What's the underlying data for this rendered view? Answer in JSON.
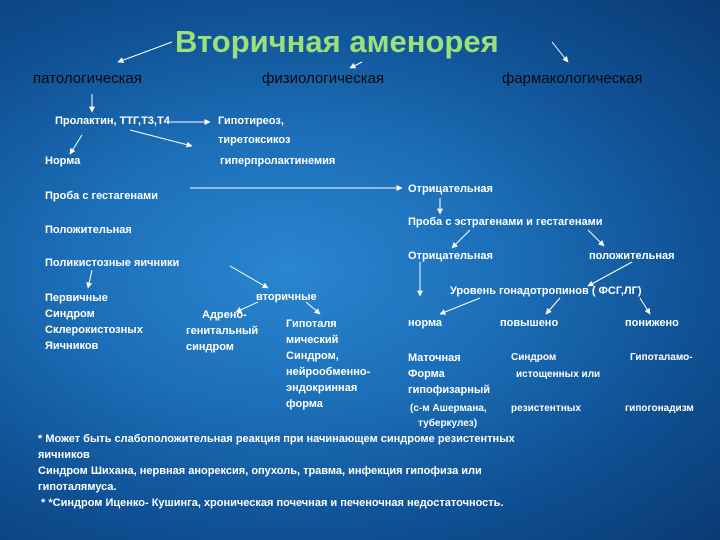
{
  "title": "Вторичная аменорея",
  "categories": {
    "pathological": "патологическая",
    "physiological": "физиологическая",
    "pharmacological": "фармакологическая"
  },
  "left": {
    "prolactin": "Пролактин, ТТГ,Т3,Т4",
    "hypothyroid": "Гипотиреоз,",
    "thyrotoxicosis": "тиретоксикоз",
    "norm": "Норма",
    "hyperprolactinemia": "гиперпролактинемия",
    "gestagen_test": "Проба с гестагенами",
    "positive": "Положительная",
    "polycystic": "Поликистозные яичники",
    "primary_lines": [
      "Первичные",
      "Синдром",
      "Склерокистозных",
      "Яичников"
    ],
    "secondary": "вторичные",
    "adreno_lines": [
      "Адрено-",
      "генитальный",
      "синдром"
    ],
    "hypothal_lines": [
      "Гипоталя",
      "мический",
      "Синдром,",
      "нейрообменно-",
      "эндокринная",
      "форма"
    ]
  },
  "right": {
    "negative1": "Отрицательная",
    "estrogen_gestagen_test": "Проба с эстрагенами и гестагенами",
    "negative2": "Отрицательная",
    "positive2": "положительная",
    "gonadotropin_level": "Уровень гонадотропинов ( ФСГ,ЛГ)",
    "norm": "норма",
    "increased": "повышено",
    "decreased": "понижено",
    "uterine_lines": [
      "Маточная",
      "Форма",
      "гипофизарный"
    ],
    "asherman": "(с-м Ашермана,",
    "syndrome": "Синдром",
    "exhausted": "истощенных или",
    "resistant": "резистентных",
    "tuberculosis": "туберкулез)",
    "hypothalamic": "Гипоталамо-",
    "hypogonadism": "гипогонадизм"
  },
  "footnotes": [
    "* Может быть слабоположительная реакция при начинающем синдроме резистентных",
    "яичников",
    "Синдром Шихана, нервная анорексия, опухоль, травма, инфекция гипофиза или",
    "гипоталямуса.",
    " * *Синдром Иценко- Кушинга, хроническая почечная и печеночная недостаточность."
  ]
}
